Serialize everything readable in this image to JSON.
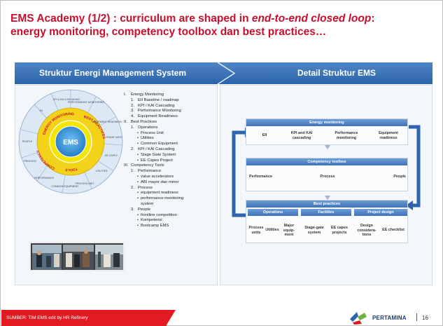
{
  "title": {
    "line1_prefix": "EMS Academy (1/2) : curriculum are shaped in ",
    "line1_italic": "end-to-end closed loop",
    "line1_suffix": ":",
    "line2": "energy monitoring, competency toolbox dan best practices…"
  },
  "banner": {
    "left": "Struktur Energi Management System",
    "right": "Detail Struktur EMS"
  },
  "wheel": {
    "center": "EMS",
    "ring": [
      "ENERGY MONITORING",
      "BEST PRACTICES",
      "COMPETENCY",
      "TOOLS"
    ],
    "outer": [
      "KPI & KAI CASCADING",
      "PERFORMANCE MONITORING",
      "EQUIPMENT READINESS",
      "STAGE GATE",
      "EE CAPEX",
      "UTILITIES",
      "PROCESS UNIT",
      "COMMON EQUIPMENT",
      "PERFORMANCE",
      "PROCESS",
      "PEOPLE",
      "EII"
    ],
    "colors": {
      "center": "#2d8fd1",
      "center_ring": "#f4e600",
      "ring": "#f3d21a",
      "outer": "#dce8f4"
    }
  },
  "outline": [
    {
      "level": 1,
      "num": "I.",
      "text": "Energy Monitoring"
    },
    {
      "level": 2,
      "num": "1.",
      "text": "EII Baseline / roadmap"
    },
    {
      "level": 2,
      "num": "2.",
      "text": "KPI / KAI Cascading"
    },
    {
      "level": 2,
      "num": "3.",
      "text": "Performance Monitoring"
    },
    {
      "level": 2,
      "num": "4.",
      "text": "Equipment Readiness"
    },
    {
      "level": 1,
      "num": "II.",
      "text": "Best Practices"
    },
    {
      "level": 2,
      "num": "1.",
      "text": "Operations"
    },
    {
      "level": 3,
      "num": "•",
      "text": "Process Unit"
    },
    {
      "level": 3,
      "num": "•",
      "text": "Utilities"
    },
    {
      "level": 3,
      "num": "•",
      "text": "Common Equipment"
    },
    {
      "level": 2,
      "num": "2.",
      "text": "KPI / KAI Cascading"
    },
    {
      "level": 3,
      "num": "•",
      "text": "Stage Gate System"
    },
    {
      "level": 3,
      "num": "•",
      "text": "EE Capex Project"
    },
    {
      "level": 1,
      "num": "III.",
      "text": "Competency Tools"
    },
    {
      "level": 2,
      "num": "1.",
      "text": "Performance"
    },
    {
      "level": 3,
      "num": "•",
      "text": "value accelerators"
    },
    {
      "level": 3,
      "num": "•",
      "text": "ABI mayor dan minor"
    },
    {
      "level": 2,
      "num": "2.",
      "text": "Process"
    },
    {
      "level": 3,
      "num": "•",
      "text": "equipment readiness"
    },
    {
      "level": 3,
      "num": "•",
      "text": "performance monitoring"
    },
    {
      "level": 3,
      "num": "",
      "text": "system"
    },
    {
      "level": 2,
      "num": "3.",
      "text": "People"
    },
    {
      "level": 3,
      "num": "•",
      "text": "frontline competition"
    },
    {
      "level": 3,
      "num": "•",
      "text": "Kompetensi"
    },
    {
      "level": 3,
      "num": "•",
      "text": "Bootcamp EMS"
    }
  ],
  "detail": {
    "energy_monitoring": {
      "header": "Energy monitoring",
      "items": [
        "EII",
        "KPI and KAI cascading",
        "Performance monitoring",
        "Equipment readiness"
      ]
    },
    "competency_toolbox": {
      "header": "Competency toolbox",
      "items": [
        "Performance",
        "Process",
        "People"
      ]
    },
    "best_practices": {
      "header": "Best practices",
      "groups": [
        {
          "header": "Operations",
          "items": [
            "Process units",
            "Utilities",
            "Major equip-ment"
          ]
        },
        {
          "header": "Facilities",
          "items": [
            "Stage-gate system",
            "EE capex projects"
          ]
        },
        {
          "header": "Project design",
          "items": [
            "Design considera-tions",
            "EE checklist"
          ]
        }
      ]
    }
  },
  "footer": {
    "source": "SUMBER: TIM EMS edit by HR Refinery",
    "brand": "PERTAMINA",
    "page": "16"
  }
}
